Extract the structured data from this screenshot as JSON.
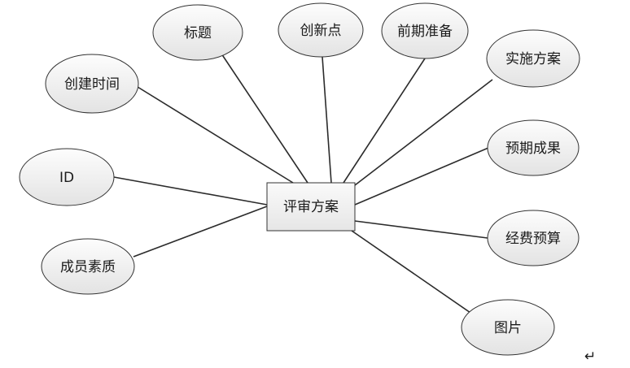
{
  "entity": {
    "label": "评审方案"
  },
  "attributes": [
    {
      "id": "title",
      "label": "标题"
    },
    {
      "id": "innovation",
      "label": "创新点"
    },
    {
      "id": "preparation",
      "label": "前期准备"
    },
    {
      "id": "implementation",
      "label": "实施方案"
    },
    {
      "id": "expected-results",
      "label": "预期成果"
    },
    {
      "id": "budget",
      "label": "经费预算"
    },
    {
      "id": "image",
      "label": "图片"
    },
    {
      "id": "member-quality",
      "label": "成员素质"
    },
    {
      "id": "id",
      "label": "ID"
    },
    {
      "id": "created-time",
      "label": "创建时间"
    }
  ],
  "paragraph_mark": "↵"
}
